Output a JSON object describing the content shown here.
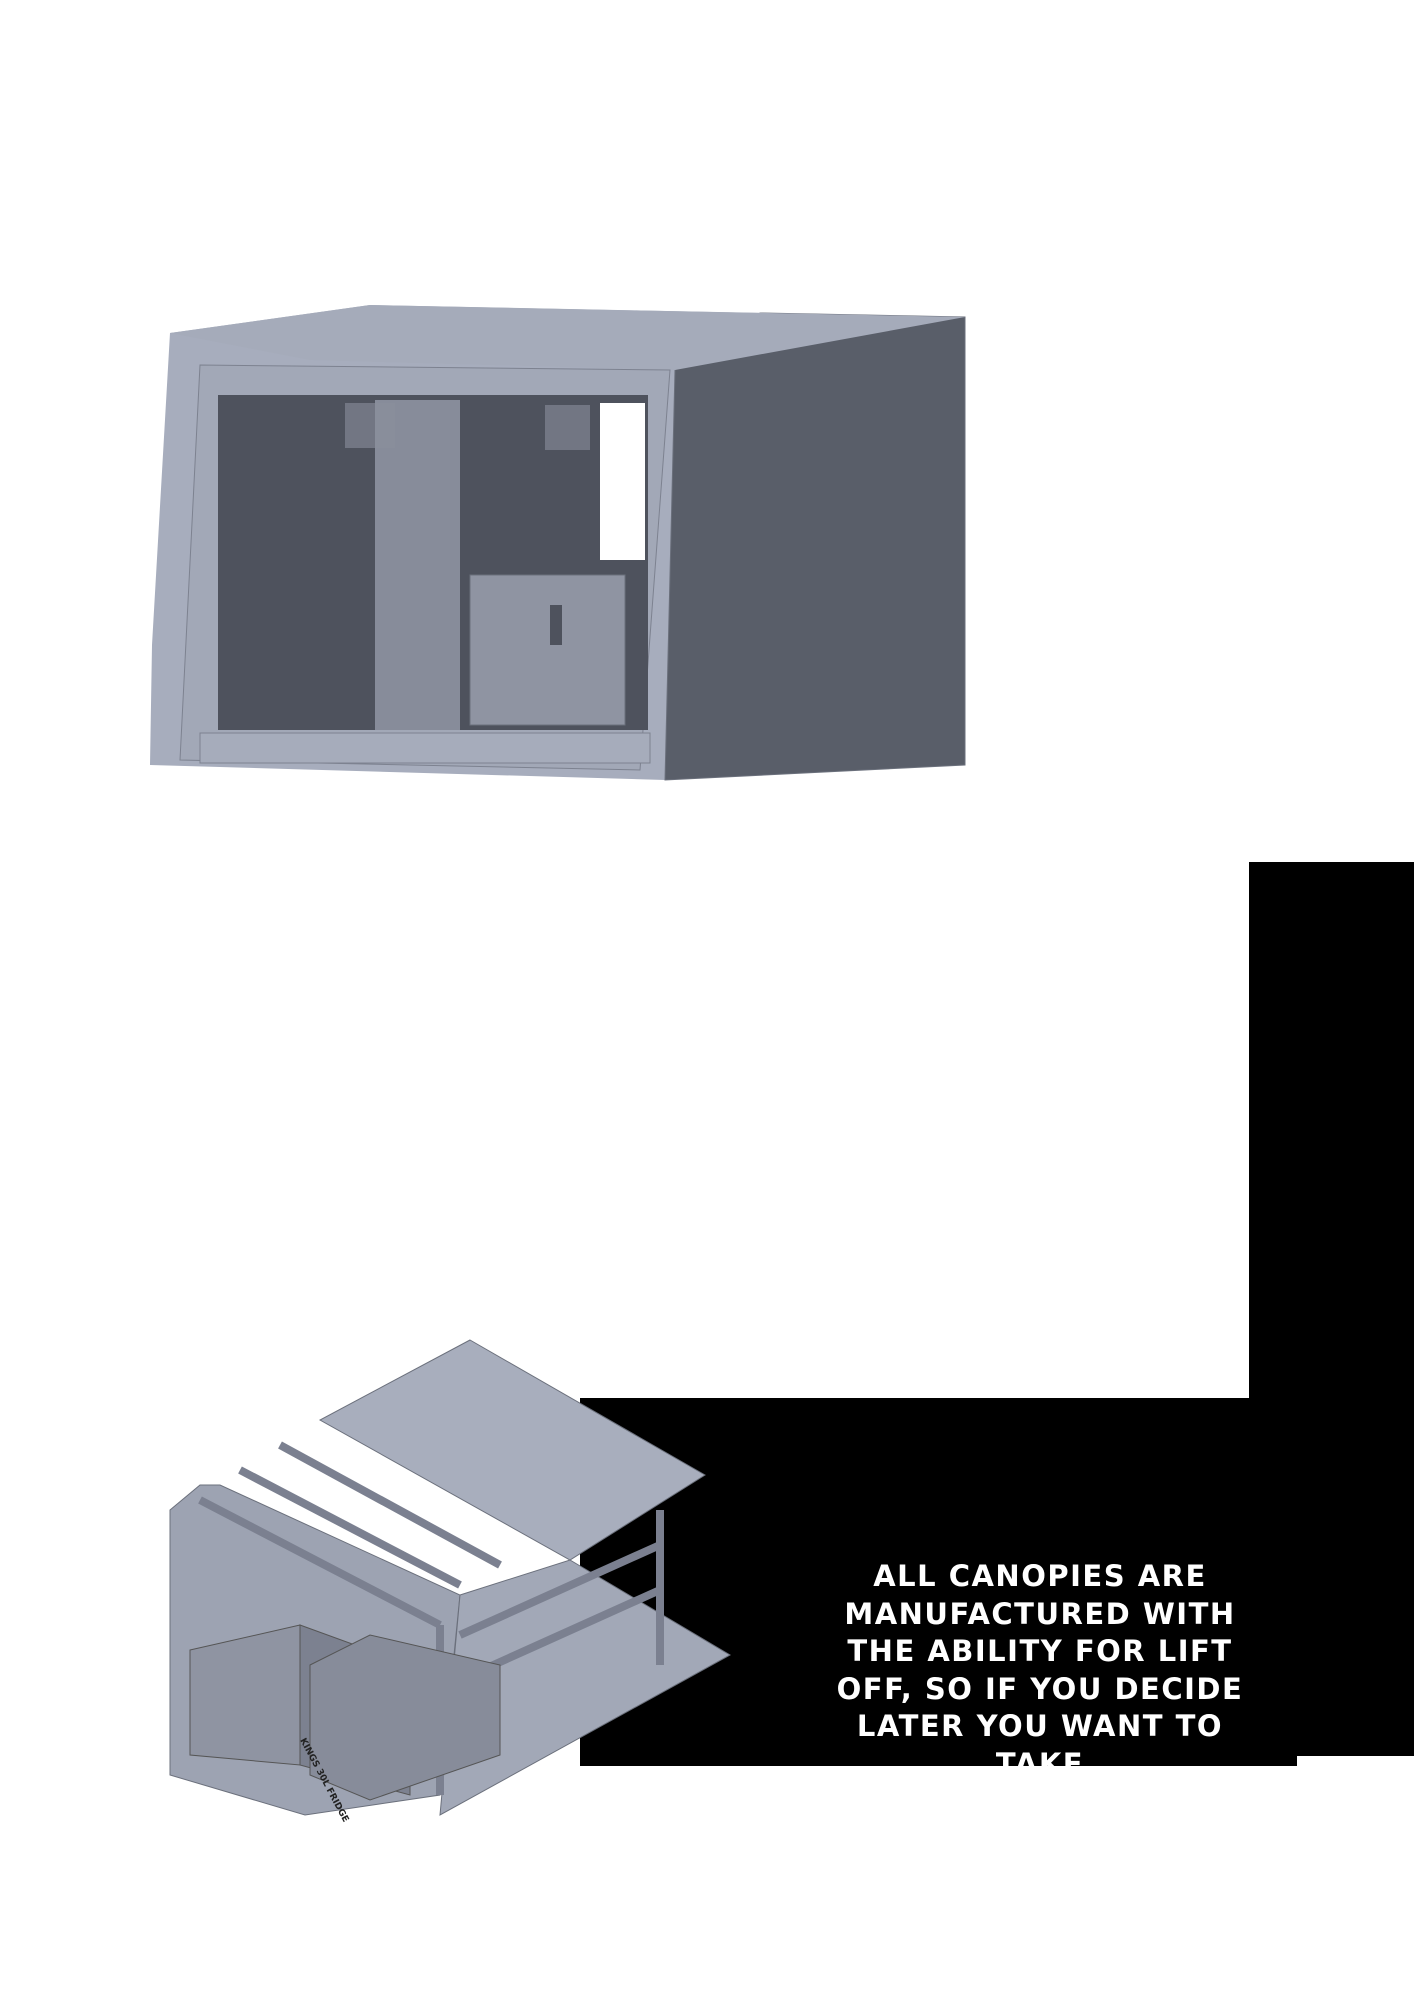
{
  "promo": {
    "text": "All canopies are manufactured with the ability for lift off, so if you decide later you want to take"
  },
  "images": {
    "canopy_front": {
      "alt": "canopy-front-render"
    },
    "canopy_interior": {
      "alt": "canopy-interior-render",
      "fridge_label": "KINGS 30L FRIDGE"
    }
  },
  "colors": {
    "panel_light": "#a7adbd",
    "panel_mid": "#8a8f9d",
    "panel_dark": "#595e69",
    "block": "#000000"
  }
}
